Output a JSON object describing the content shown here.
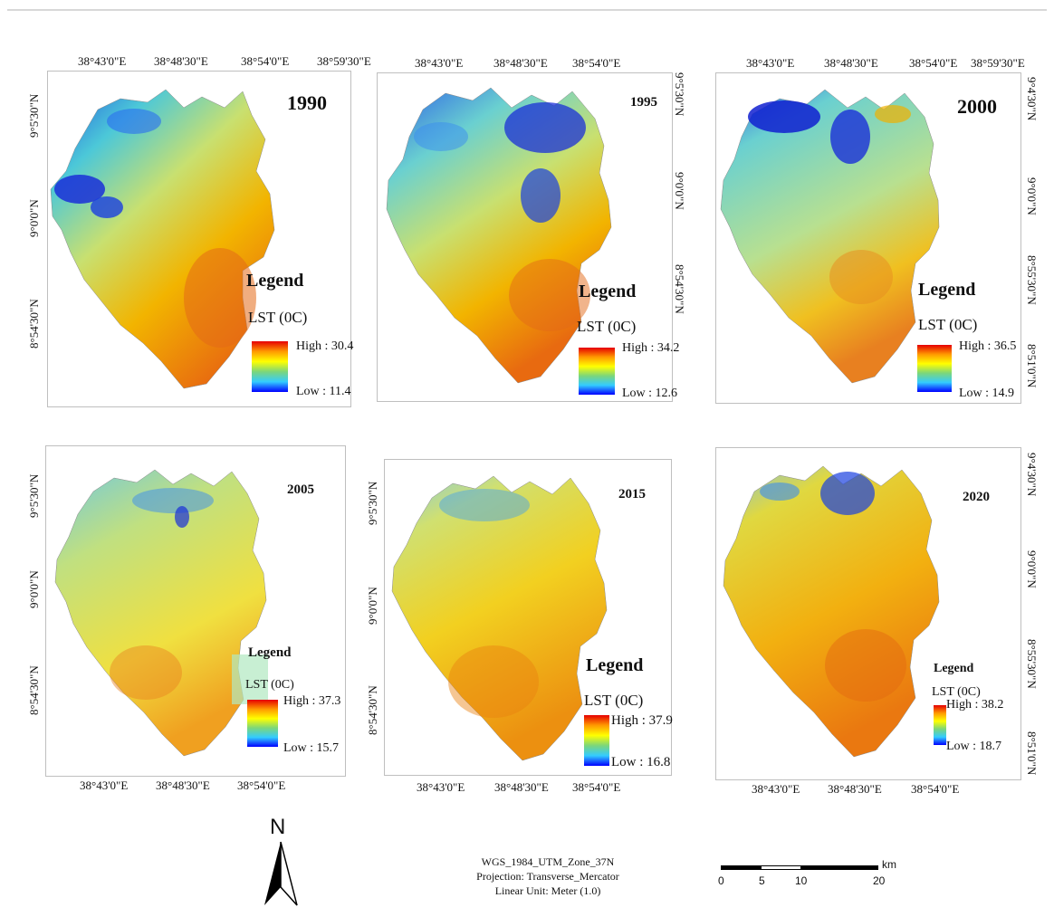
{
  "panels": [
    {
      "year": "1990",
      "legend_title": "Legend",
      "unit": "LST (0C)",
      "high": "High : 30.4",
      "low": "Low : 11.4",
      "top_ticks": [
        "38°43'0\"E",
        "38°48'30\"E",
        "38°54'0\"E",
        "38°59'30\"E"
      ],
      "bottom_ticks": [],
      "left_ticks": [
        "9°5'30\"N",
        "9°0'0\"N",
        "8°54'30\"N"
      ],
      "right_ticks": []
    },
    {
      "year": "1995",
      "legend_title": "Legend",
      "unit": "LST (0C)",
      "high": "High : 34.2",
      "low": "Low : 12.6",
      "top_ticks": [
        "38°43'0\"E",
        "38°48'30\"E",
        "38°54'0\"E"
      ],
      "bottom_ticks": [],
      "left_ticks": [],
      "right_ticks": [
        "9°5'30\"N",
        "9°0'0\"N",
        "8°54'30\"N"
      ]
    },
    {
      "year": "2000",
      "legend_title": "Legend",
      "unit": "LST (0C)",
      "high": "High : 36.5",
      "low": "Low : 14.9",
      "top_ticks": [
        "38°43'0\"E",
        "38°48'30\"E",
        "38°54'0\"E",
        "38°59'30\"E"
      ],
      "bottom_ticks": [],
      "left_ticks": [],
      "right_ticks": [
        "9°4'30\"N",
        "9°0'0\"N",
        "8°55'30\"N",
        "8°51'0\"N"
      ]
    },
    {
      "year": "2005",
      "legend_title": "Legend",
      "unit": "LST (0C)",
      "high": "High : 37.3",
      "low": "Low : 15.7",
      "top_ticks": [],
      "bottom_ticks": [
        "38°43'0\"E",
        "38°48'30\"E",
        "38°54'0\"E"
      ],
      "left_ticks": [
        "9°5'30\"N",
        "9°0'0\"N",
        "8°54'30\"N"
      ],
      "right_ticks": []
    },
    {
      "year": "2015",
      "legend_title": "Legend",
      "unit": "LST (0C)",
      "high": "High : 37.9",
      "low": "Low : 16.8",
      "top_ticks": [],
      "bottom_ticks": [
        "38°43'0\"E",
        "38°48'30\"E",
        "38°54'0\"E"
      ],
      "left_ticks": [
        "9°5'30\"N",
        "9°0'0\"N",
        "8°54'30\"N"
      ],
      "right_ticks": []
    },
    {
      "year": "2020",
      "legend_title": "Legend",
      "unit": "LST (0C)",
      "high": "High : 38.2",
      "low": "Low : 18.7",
      "top_ticks": [],
      "bottom_ticks": [
        "38°43'0\"E",
        "38°48'30\"E",
        "38°54'0\"E"
      ],
      "left_ticks": [],
      "right_ticks": [
        "9°4'30\"N",
        "9°0'0\"N",
        "8°55'30\"N",
        "8°51'0\"N"
      ]
    }
  ],
  "north_label": "N",
  "projection": {
    "line1": "WGS_1984_UTM_Zone_37N",
    "line2": "Projection: Transverse_Mercator",
    "line3": "Linear Unit: Meter (1.0)"
  },
  "scalebar": {
    "unit": "km",
    "ticks": [
      "0",
      "5",
      "10",
      "20"
    ]
  },
  "ramp_colors": [
    "#e60000",
    "#ff9900",
    "#ffff00",
    "#7cd67a",
    "#33ccff",
    "#0000ff"
  ]
}
